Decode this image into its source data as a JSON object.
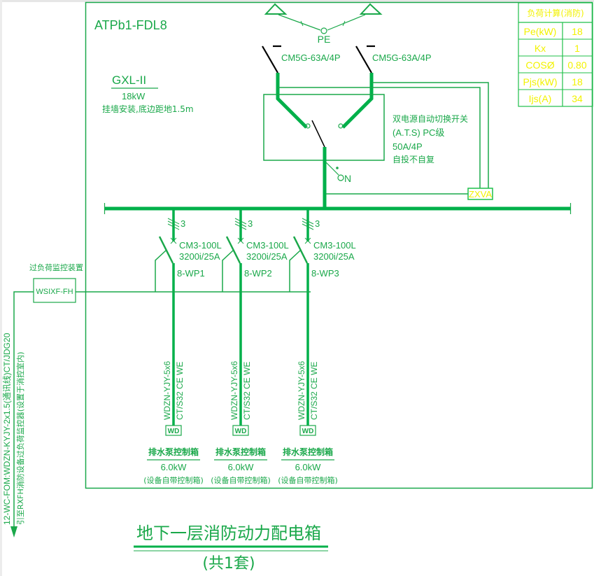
{
  "panel": {
    "id": "ATPb1-FDL8",
    "model": "GXL-II",
    "power": "18kW",
    "install_note": "挂墙安装,底边距地1.5m"
  },
  "incoming": {
    "pe_label": "PE",
    "breaker_1": "CM5G-63A/4P",
    "breaker_2": "CM5G-63A/4P"
  },
  "ats": {
    "line1": "双电源自动切换开关",
    "line2": "(A.T.S) PC级",
    "line3": "50A/4P",
    "line4": "自投不自复",
    "n_label": "N",
    "monitor": "ZXVA"
  },
  "load_calc": {
    "title": "负荷计算(消防)",
    "rows": [
      {
        "label": "Pe(kW)",
        "value": "18"
      },
      {
        "label": "Kx",
        "value": "1"
      },
      {
        "label": "COSØ",
        "value": "0.80"
      },
      {
        "label": "Pjs(kW)",
        "value": "18"
      },
      {
        "label": "Ijs(A)",
        "value": "34"
      }
    ]
  },
  "circuits": [
    {
      "poles": "3",
      "breaker": "CM3-100L",
      "rating": "3200i/25A",
      "circuit": "8-WP1",
      "cable": "WDZN-YJY-5x6",
      "laying": "CT/S32 CE WE",
      "tag": "WD",
      "load_name": "排水泵控制箱",
      "load_power": "6.0kW",
      "load_note": "(设备自带控制箱)"
    },
    {
      "poles": "3",
      "breaker": "CM3-100L",
      "rating": "3200i/25A",
      "circuit": "8-WP2",
      "cable": "WDZN-YJY-5x6",
      "laying": "CT/S32 CE WE",
      "tag": "WD",
      "load_name": "排水泵控制箱",
      "load_power": "6.0kW",
      "load_note": "(设备自带控制箱)"
    },
    {
      "poles": "3",
      "breaker": "CM3-100L",
      "rating": "3200i/25A",
      "circuit": "8-WP3",
      "cable": "WDZN-YJY-5x6",
      "laying": "CT/S32 CE WE",
      "tag": "WD",
      "load_name": "排水泵控制箱",
      "load_power": "6.0kW",
      "load_note": "(设备自带控制箱)"
    }
  ],
  "overload": {
    "title": "过负荷监控装置",
    "device": "WSIXF-FH",
    "cable_text": "12-WC-FOM:WDZN-KYJY-2x1.5(通讯线)CT/JDG20",
    "route_text": "引至RXFH消防设备过负荷监控器(设置于消控室内)"
  },
  "footer": {
    "title": "地下一层消防动力配电箱",
    "count": "(共1套)"
  },
  "colors": {
    "line": "#1aa84a",
    "bus": "#00b04a",
    "switch_blade": "#000000",
    "table_text": "#f2f200"
  }
}
